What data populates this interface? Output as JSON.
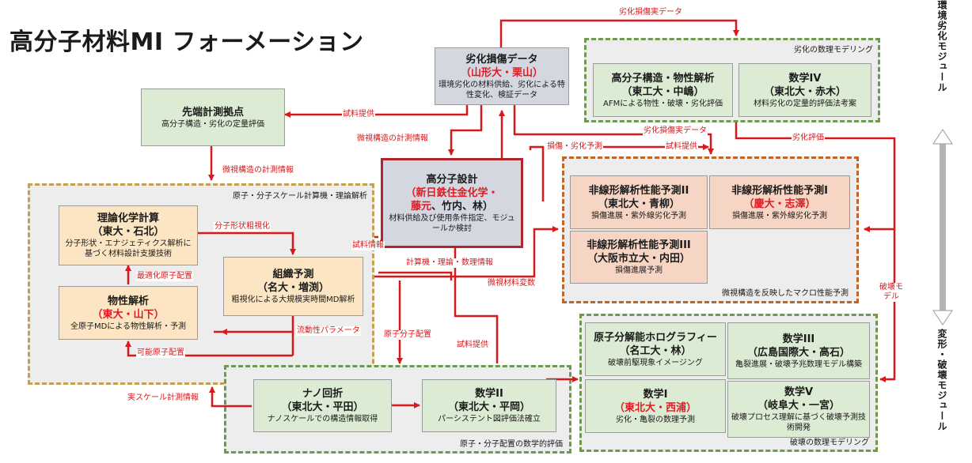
{
  "title": "高分子材料MI フォーメーション",
  "side_labels": {
    "top": "環境劣化モジュール",
    "bottom": "変形・破壊モジュール"
  },
  "groups": {
    "theory": "原子・分子スケール計算機・理論解析",
    "degradation_modeling": "劣化の数理モデリング",
    "macro": "微視構造を反映したマクロ性能予測",
    "atomic_math": "原子・分子配置の数学的評価",
    "fracture_modeling": "破壊の数理モデリング"
  },
  "boxes": {
    "advanced": {
      "title": "先端計測拠点",
      "desc": "高分子構造・劣化の定量評価"
    },
    "degradation_data": {
      "title": "劣化損傷データ",
      "org": "（山形大・栗山）",
      "desc": "環境劣化の材料供給、劣化による特性変化、検証データ"
    },
    "polymer_design": {
      "title": "高分子設計",
      "org": "（新日鉄住金化学・藤元、竹内、林）",
      "org1": "（新日鉄住金化学・",
      "org2": "藤元",
      "org3": "、竹内、林）",
      "desc": "材料供給及び使用条件指定、モジュールか検討"
    },
    "theory_chem": {
      "title": "理論化学計算",
      "org": "（東大・石北）",
      "desc": "分子形状・エナジェティクス解析に基づく材料設計支援技術"
    },
    "structure_pred": {
      "title": "組織予測",
      "org": "（名大・増渕）",
      "desc": "粗視化による大規模実時間MD解析"
    },
    "property_analysis": {
      "title": "物性解析",
      "org": "（東大・山下）",
      "desc": "全原子MDによる物性解析・予測"
    },
    "polymer_struct": {
      "title": "高分子構造・物性解析",
      "org": "（東工大・中嶋）",
      "desc": "AFMによる物性・破壊・劣化評価"
    },
    "math4": {
      "title": "数学IV",
      "org": "（東北大・赤木）",
      "desc": "材料劣化の定量的評価法考案"
    },
    "nonlin2": {
      "title": "非線形解析性能予測II",
      "org": "（東北大・青柳）",
      "desc": "損傷進展・紫外線劣化予測"
    },
    "nonlin1": {
      "title": "非線形解析性能予測I",
      "org": "（慶大・志澤）",
      "desc": "損傷進展・紫外線劣化予測"
    },
    "nonlin3": {
      "title": "非線形解析性能予測III",
      "org": "（大阪市立大・内田）",
      "desc": "損傷進展予測"
    },
    "holography": {
      "title": "原子分解能ホログラフィー",
      "org": "（名工大・林）",
      "desc": "破壊前駆現象イメージング"
    },
    "math3": {
      "title": "数学III",
      "org": "（広島国際大・高石）",
      "desc": "亀裂進展・破壊予兆数理モデル構築"
    },
    "math1": {
      "title": "数学I",
      "org": "（東北大・西浦）",
      "desc": "劣化・亀裂の数理予測"
    },
    "math5": {
      "title": "数学V",
      "org": "（岐阜大・一宮）",
      "desc": "破壊プロセス理解に基づく破壊予測技術開発"
    },
    "nano": {
      "title": "ナノ回折",
      "org": "（東北大・平田）",
      "desc": "ナノスケールでの構造情報取得"
    },
    "math2": {
      "title": "数学II",
      "org": "（東北大・平岡）",
      "desc": "パーシステント図評価法確立"
    }
  },
  "edges": {
    "deg_real_data_top": "劣化損傷実データ",
    "sample_supply_1": "試料提供",
    "micro_measure_1": "微視構造の計測情報",
    "deg_real_data_mid": "劣化損傷実データ",
    "damage_pred": "損傷・劣化予測",
    "sample_supply_2": "試料提供",
    "deg_eval": "劣化評価",
    "micro_measure_2": "微視構造の計測情報",
    "molecular_cg": "分子形状粗視化",
    "optimal_config": "最適化原子配置",
    "sample_info": "試料情報",
    "computing": "計算機・理論・数理情報",
    "micro_params": "微視材料変数",
    "fracture_model": "破壊モデル",
    "flow_params": "流動性パラメータ",
    "atom_config": "原子分子配置",
    "sample_supply_3": "試料提供",
    "possible_config": "可能原子配置",
    "real_scale": "実スケール計測情報"
  }
}
